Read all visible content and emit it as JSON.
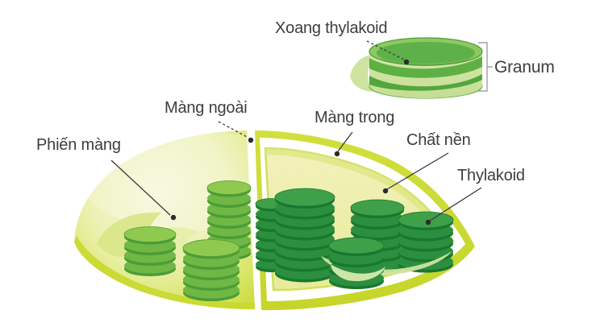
{
  "diagram": {
    "type": "chloroplast-structure",
    "labels": {
      "xoang_thylakoid": "Xoang thylakoid",
      "granum": "Granum",
      "mang_ngoai": "Màng ngoài",
      "mang_trong": "Màng trong",
      "chat_nen": "Chất nền",
      "thylakoid": "Thylakoid",
      "phien_mang": "Phiến màng"
    },
    "colors": {
      "label_text": "#3d3d3d",
      "outer_rim": "#cbd934",
      "body_light": "#f4f6d8",
      "stroma": "#eef0ad",
      "membrane": "#ffffff",
      "granum_light_green": "#6fb845",
      "granum_dark_green": "#2c8f3f",
      "lamella": "#cfe3a0"
    }
  }
}
